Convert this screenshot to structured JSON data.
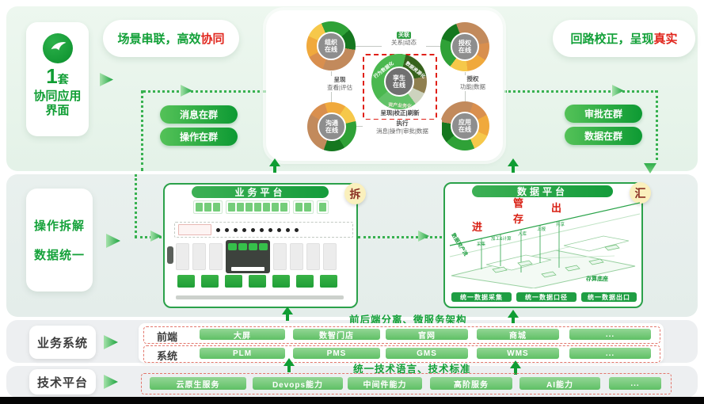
{
  "colors": {
    "accent_green": "#12a038",
    "accent_red": "#e0251c",
    "panel_border": "#2ba14a",
    "badge_yellow": "#faf0bd"
  },
  "top_band": {
    "logo_card": {
      "number": "1",
      "unit": "套",
      "line1": "协同应用",
      "line2": "界面"
    },
    "badge_left": {
      "text": "场景串联，高效",
      "accent": "协同"
    },
    "badge_right": {
      "text": "回路校正，呈现",
      "accent": "真实"
    },
    "buttons_left": [
      "消息在群",
      "操作在群"
    ],
    "buttons_right": [
      "审批在群",
      "数据在群"
    ],
    "hub": {
      "nodes": {
        "tl": {
          "l1": "组织",
          "l2": "在线"
        },
        "tr": {
          "l1": "授权",
          "l2": "在线"
        },
        "bl": {
          "l1": "沟通",
          "l2": "在线"
        },
        "br": {
          "l1": "应用",
          "l2": "在线"
        },
        "center": {
          "l1": "孪生",
          "l2": "在线"
        }
      },
      "center_ring": [
        "行为数据化",
        "数据资源化",
        "资产业务化"
      ],
      "center_caption": "呈现|校正|刷新",
      "labels": {
        "top": {
          "title": "关联",
          "detail": "关系|动态"
        },
        "right": {
          "title": "授权",
          "detail": "功能|数据"
        },
        "bottom": {
          "title": "执行",
          "detail": "消息|操作|审批|数据"
        },
        "left": {
          "title": "呈现",
          "detail": "查看|评估"
        }
      }
    }
  },
  "middle_band": {
    "left_card": {
      "line1": "操作拆解",
      "line2": "数据统一"
    },
    "business_panel": {
      "title": "业务平台",
      "badge": "拆"
    },
    "data_panel": {
      "title": "数据平台",
      "badge": "汇",
      "flow": {
        "in": "进",
        "manage": "管",
        "store": "存",
        "out": "出"
      },
      "axis_caption": "数据资产流",
      "step_labels": [
        "采集",
        "加工&计算",
        "入库",
        "上报",
        "共享"
      ],
      "base_caption": "存算底座",
      "pills": [
        "统一数据采集",
        "统一数据口径",
        "统一数据出口"
      ]
    }
  },
  "system_band": {
    "label": "业务系统",
    "caption": "前后端分离、微服务架构",
    "rows": [
      {
        "name": "前端",
        "items": [
          "大屏",
          "数智门店",
          "官网",
          "商城",
          "..."
        ]
      },
      {
        "name": "系统",
        "items": [
          "PLM",
          "PMS",
          "GMS",
          "WMS",
          "..."
        ]
      }
    ]
  },
  "tech_band": {
    "label": "技术平台",
    "caption": "统一技术语言、技术标准",
    "items": [
      "云原生服务",
      "Devops能力",
      "中间件能力",
      "高阶服务",
      "AI能力",
      "..."
    ]
  }
}
